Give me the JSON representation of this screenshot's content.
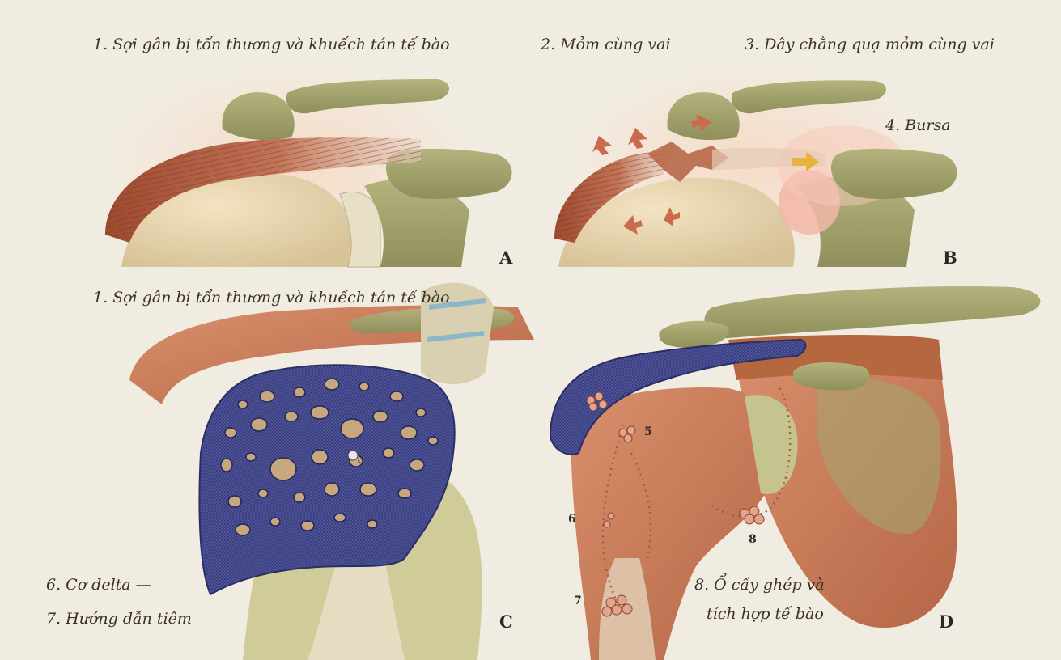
{
  "labels": {
    "a_title": "1. Sợi gân bị tổn thương và khuếch tán tế bào",
    "b_acromion": "2. Mỏm cùng vai",
    "b_ligament": "3. Dây chằng quạ mỏm cùng vai",
    "b_bursa": "4. Bursa",
    "c_title": "1. Sợi gân bị tổn thương và khuếch tán tế bào",
    "c_deltoid": "6. Cơ delta —",
    "c_injection": "7. Hướng dẫn tiêm",
    "d_graft_line1": "8. Ổ cấy ghép và",
    "d_graft_line2": "tích hợp tế bào"
  },
  "panels": {
    "a": "A",
    "b": "B",
    "c": "C",
    "d": "D"
  },
  "markers": {
    "m5": "5",
    "m6": "6",
    "m7": "7",
    "m8": "8"
  },
  "colors": {
    "background": "#f1ece1",
    "bone_green": "#a8aa72",
    "tendon_red": "#b0603f",
    "scaffold_blue": "#3a3f82",
    "arrow_red": "#cc6a4c",
    "arrow_yellow": "#e6b33c",
    "bursa_pink": "#f2b6a8"
  }
}
